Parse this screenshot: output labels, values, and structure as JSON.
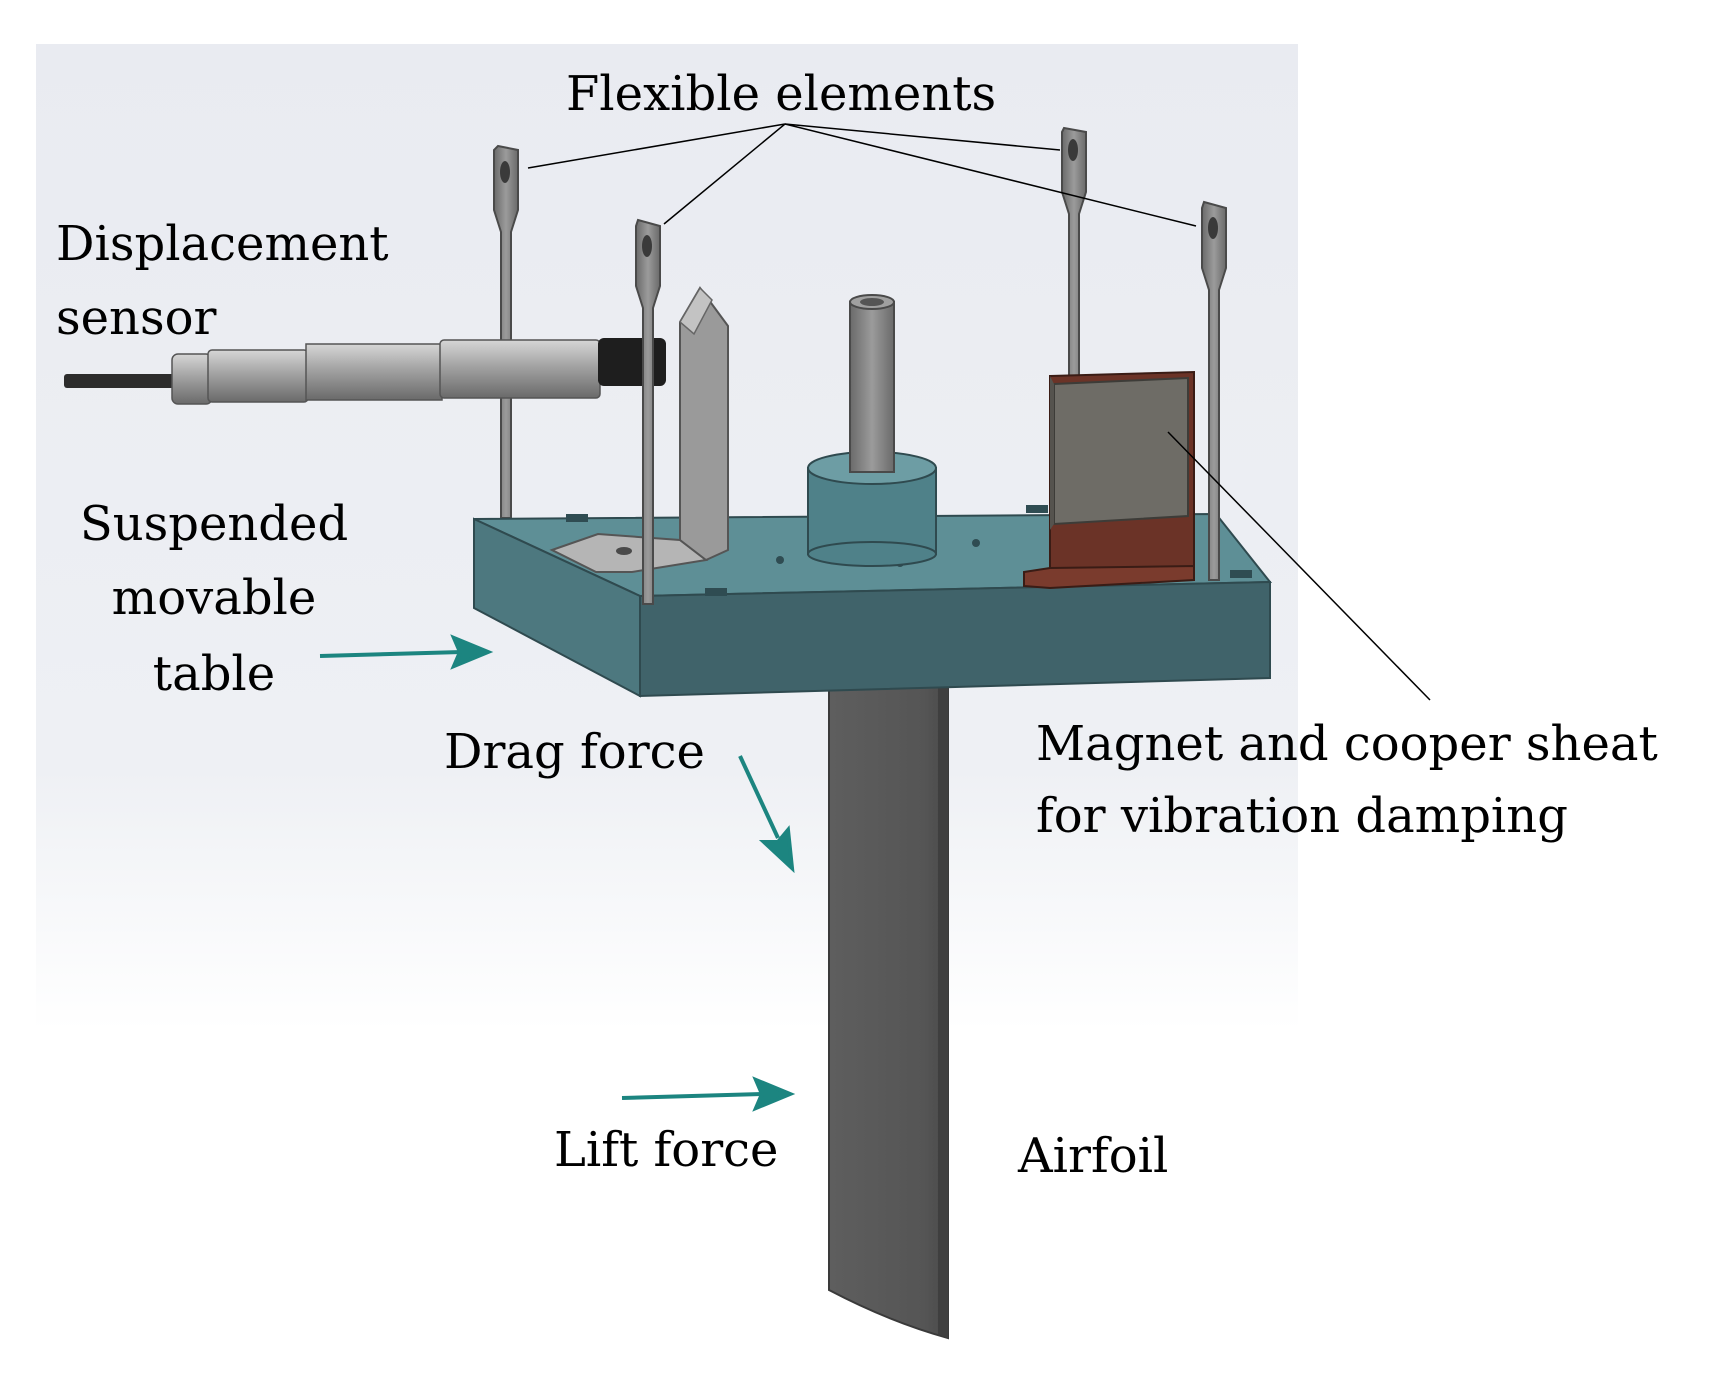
{
  "labels": {
    "flexible_elements": "Flexible elements",
    "displacement_line1": "Displacement",
    "displacement_line2": "sensor",
    "suspended_line1": "Suspended",
    "suspended_line2": "movable",
    "suspended_line3": "table",
    "drag_force": "Drag force",
    "magnet_line1": "Magnet and cooper sheat",
    "magnet_line2": "for vibration damping",
    "lift_force": "Lift force",
    "airfoil": "Airfoil"
  },
  "colors": {
    "table_top": "#5e8f96",
    "table_front": "#40636a",
    "table_side": "#4d787f",
    "cylinder": "#4f8189",
    "metal": "#8b8b8b",
    "metal_dark": "#6f6f6f",
    "airfoil": "#5a5a5a",
    "copper": "#6b3327",
    "magnet": "#6e6c66",
    "arrow": "#1c8580"
  }
}
